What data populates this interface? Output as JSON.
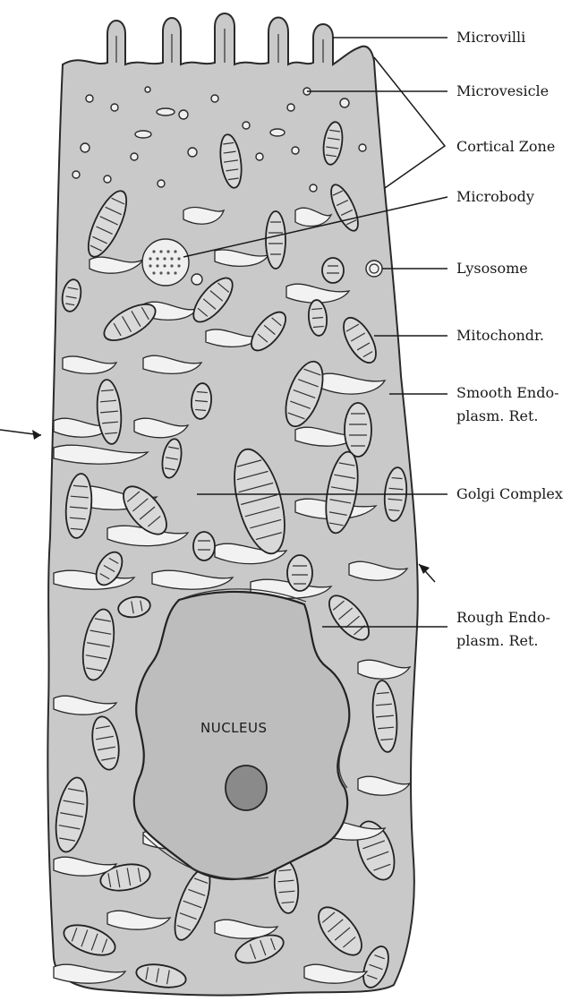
{
  "labels": {
    "microvilli": "Microvilli",
    "microvesicle": "Microvesicle",
    "cortical_zone": "Cortical Zone",
    "microbody": "Microbody",
    "lysosome": "Lysosome",
    "mitochondr": "Mitochondr.",
    "smooth_er_line1": "Smooth Endo-",
    "smooth_er_line2": "plasm. Ret.",
    "golgi": "Golgi Complex",
    "rough_er_line1": "Rough Endo-",
    "rough_er_line2": "plasm. Ret.",
    "nucleus": "NUCLEUS"
  }
}
